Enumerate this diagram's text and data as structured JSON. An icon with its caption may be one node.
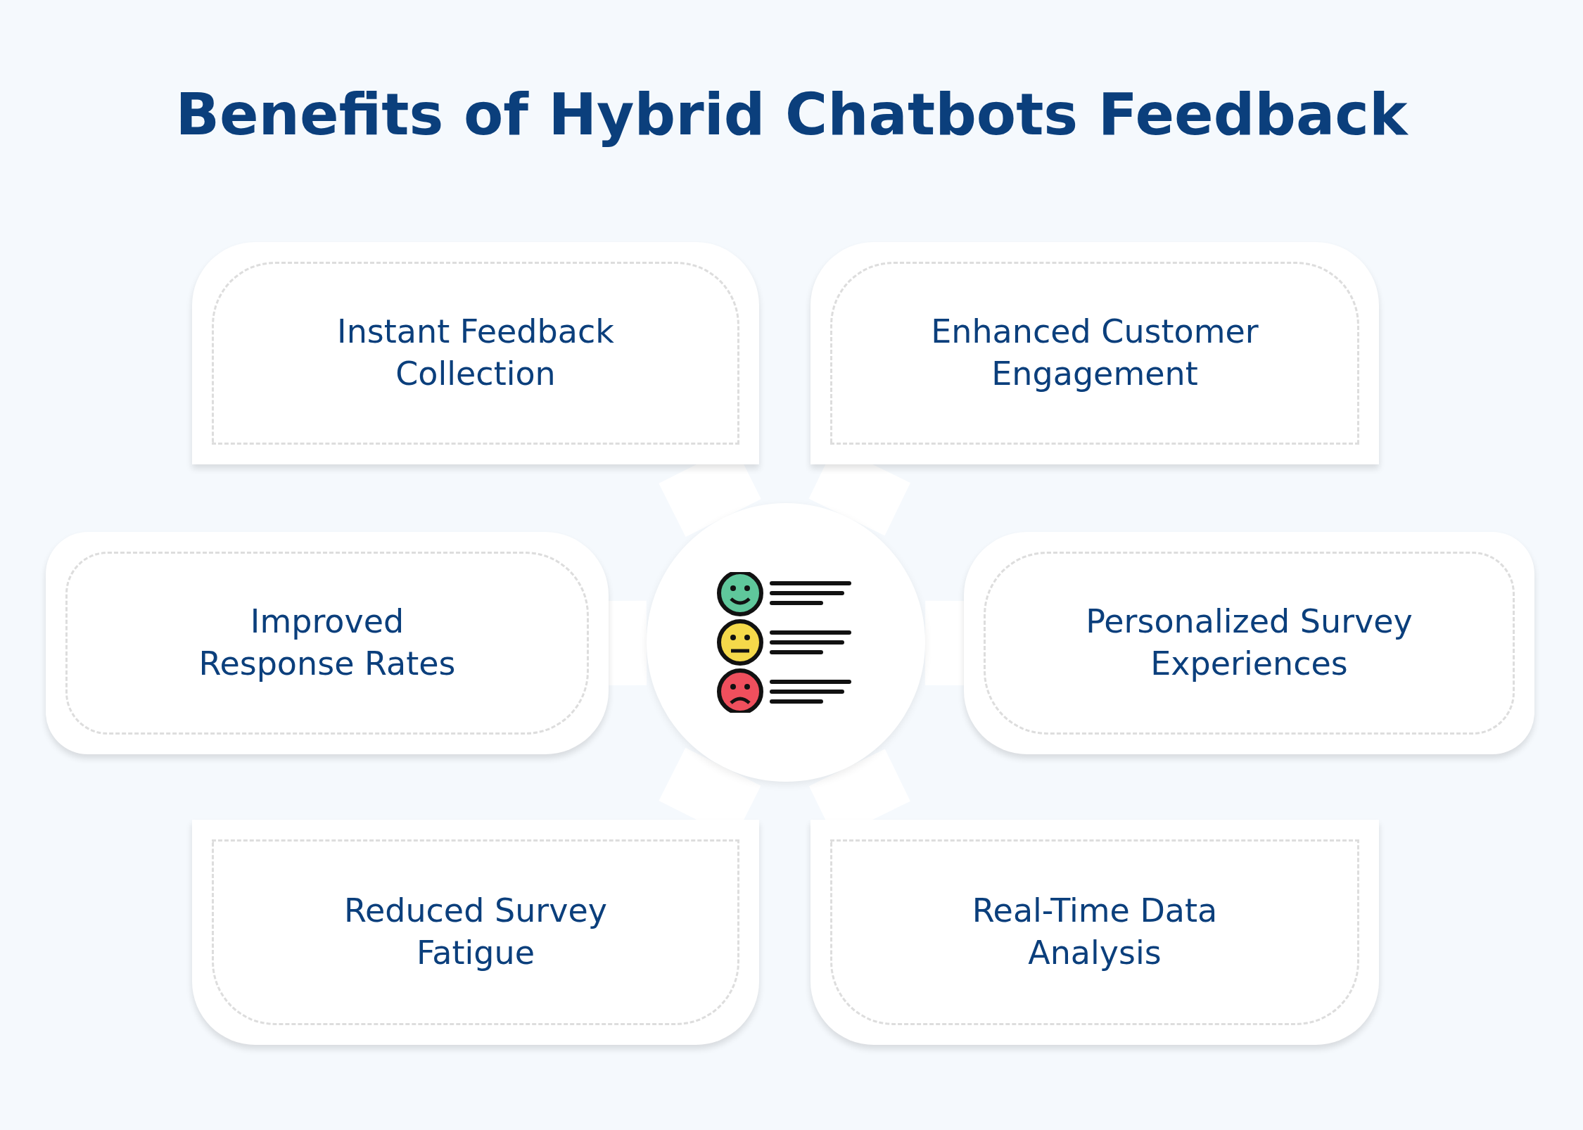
{
  "diagram": {
    "title": "Benefits of Hybrid Chatbots Feedback",
    "nodes": [
      {
        "text": [
          "Instant Feedback Collection"
        ]
      },
      {
        "text": [
          "Enhanced Customer Engagement"
        ]
      },
      {
        "text": [
          "Improved Response Rates"
        ]
      },
      {
        "text": [],
        "shape": "circle"
      },
      {
        "text": [
          "Personalized Survey Experiences"
        ]
      },
      {
        "text": [
          "Reduced Survey Fatigue"
        ]
      },
      {
        "text": [
          "Real-Time Data Analysis"
        ]
      }
    ],
    "edges": [
      {
        "from": 0,
        "to": 3,
        "arrow": "none"
      },
      {
        "from": 1,
        "to": 3,
        "arrow": "none"
      },
      {
        "from": 2,
        "to": 3,
        "arrow": "none"
      },
      {
        "from": 4,
        "to": 3,
        "arrow": "none"
      },
      {
        "from": 5,
        "to": 3,
        "arrow": "none"
      },
      {
        "from": 6,
        "to": 3,
        "arrow": "none"
      }
    ]
  }
}
